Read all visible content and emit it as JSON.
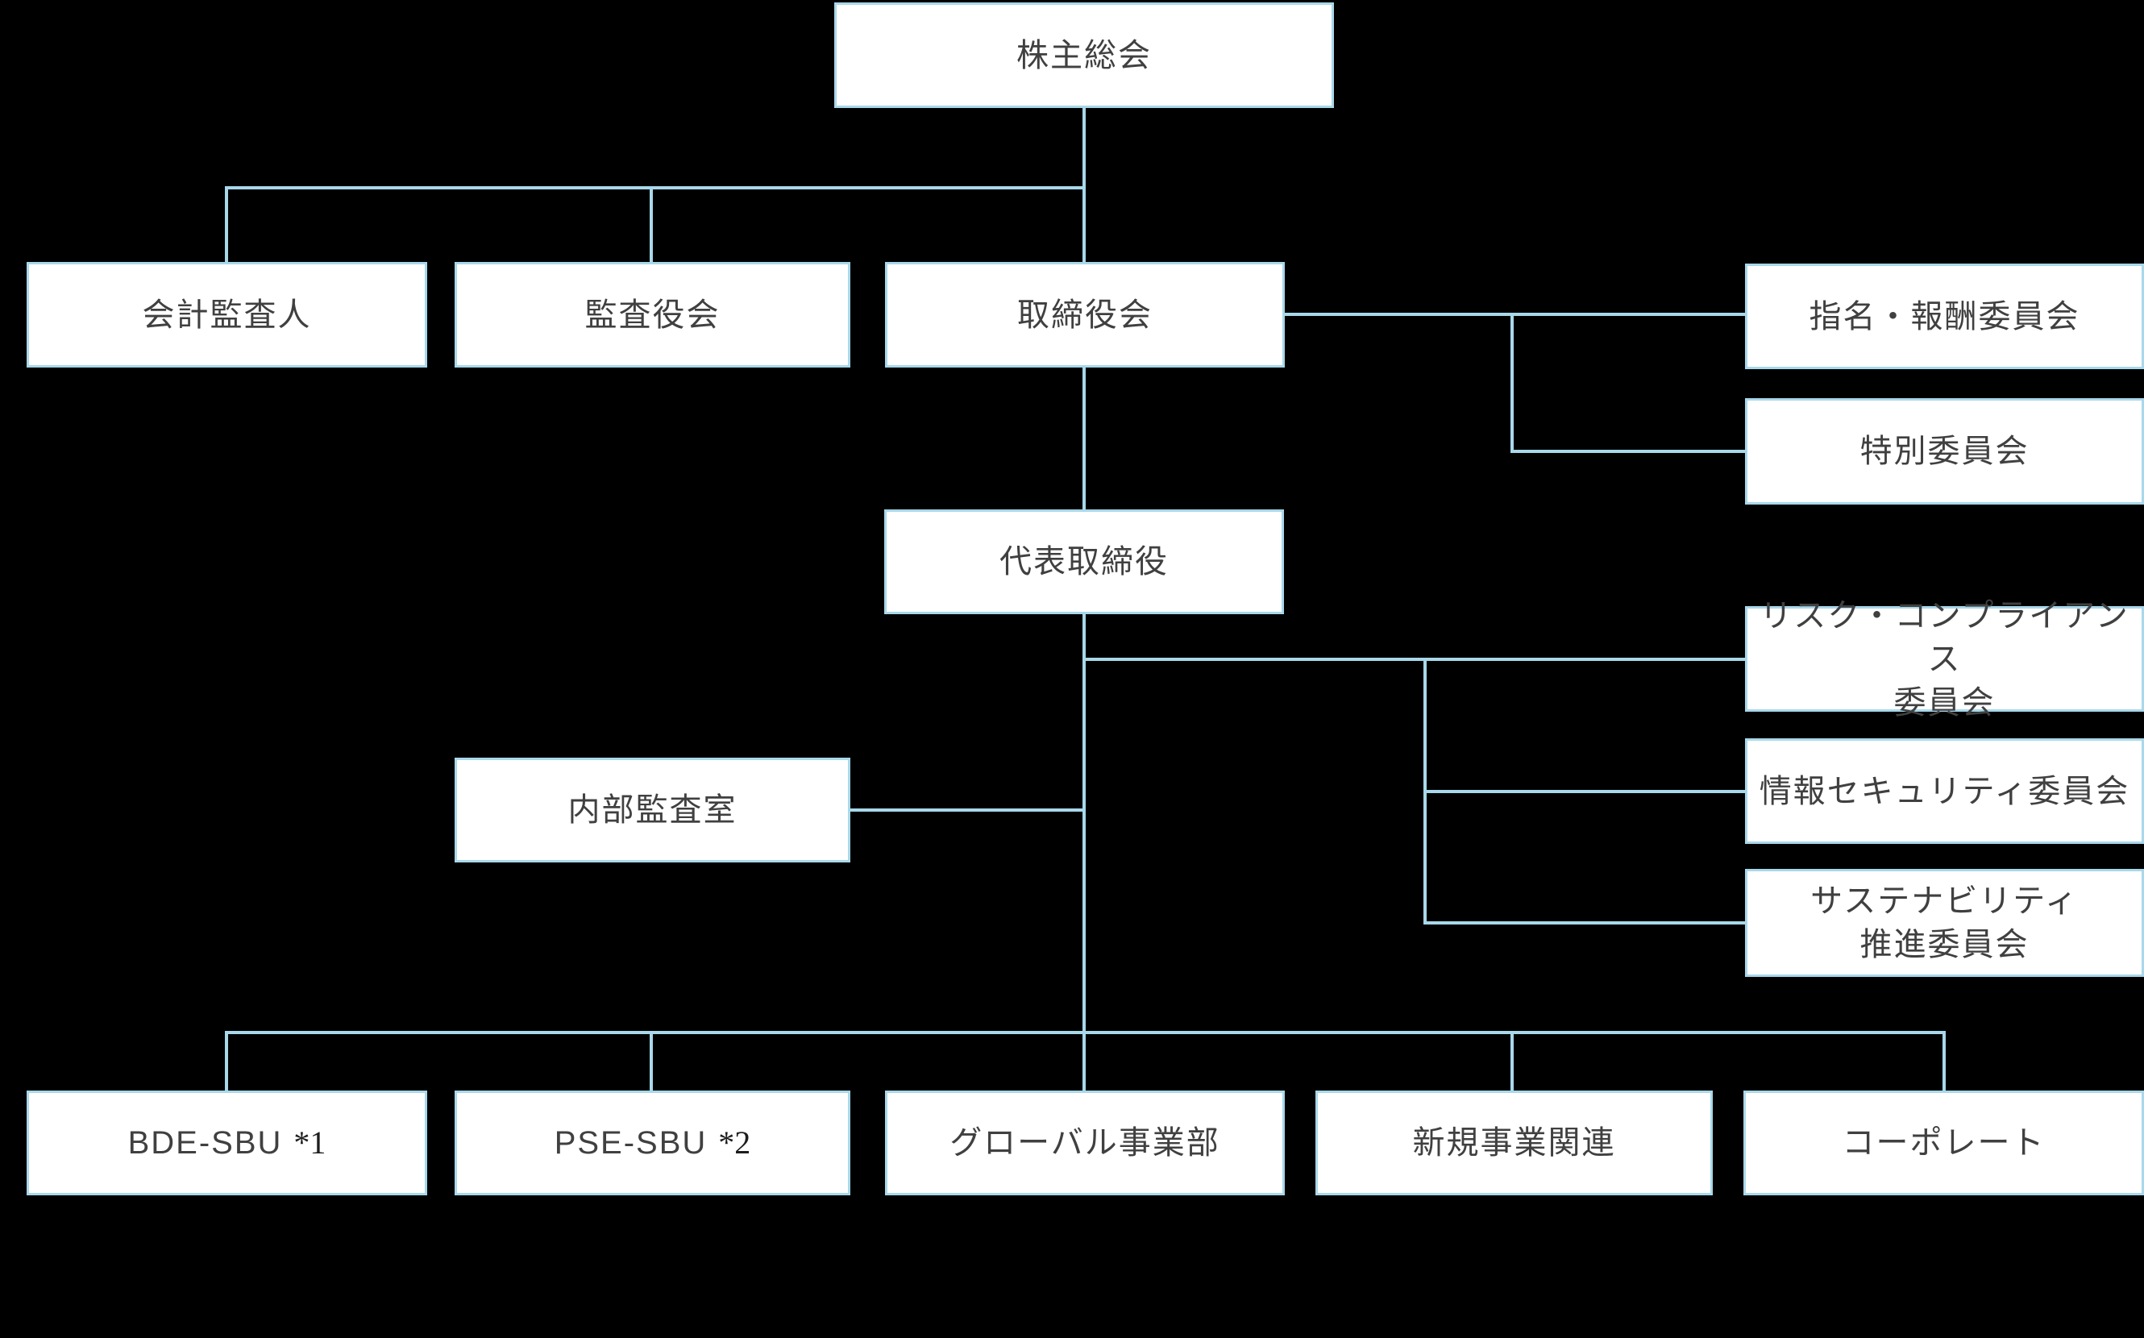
{
  "chart": {
    "type": "org-chart",
    "colors": {
      "background": "#000000",
      "box_fill": "#ffffff",
      "box_border": "#a8d8ea",
      "connector": "#a8d8ea",
      "text": "#404040"
    },
    "nodes": {
      "shareholders": {
        "label": "株主総会"
      },
      "accounting_auditor": {
        "label": "会計監査人"
      },
      "audit_board": {
        "label": "監査役会"
      },
      "board_of_directors": {
        "label": "取締役会"
      },
      "nomination_compensation_committee": {
        "label": "指名・報酬委員会"
      },
      "special_committee": {
        "label": "特別委員会"
      },
      "representative_director": {
        "label": "代表取締役"
      },
      "risk_compliance_committee": {
        "line1": "リスク・コンプライアンス",
        "line2": "委員会"
      },
      "info_security_committee": {
        "label": "情報セキュリティ委員会"
      },
      "sustainability_committee": {
        "line1": "サステナビリティ",
        "line2": "推進委員会"
      },
      "internal_audit_office": {
        "label": "内部監査室"
      },
      "bde_sbu": {
        "label": "BDE-SBU",
        "marker": "*1"
      },
      "pse_sbu": {
        "label": "PSE-SBU",
        "marker": "*2"
      },
      "global_business_division": {
        "label": "グローバル事業部"
      },
      "new_business_related": {
        "label": "新規事業関連"
      },
      "corporate": {
        "label": "コーポレート"
      }
    }
  }
}
